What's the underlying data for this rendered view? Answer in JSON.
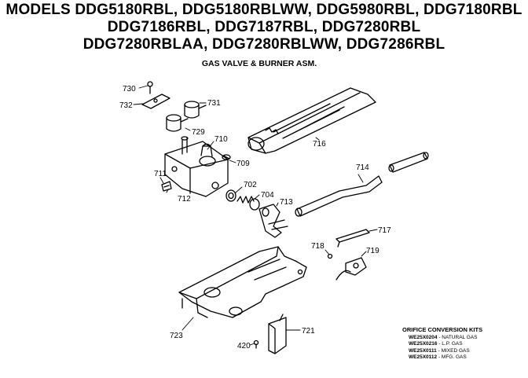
{
  "title": {
    "line1": "MODELS DDG5180RBL, DDG5180RBLWW, DDG5980RBL, DDG7180RBL",
    "line2": "DDG7186RBL, DDG7187RBL, DDG7280RBL",
    "line3": "DDG7280RBLAA, DDG7280RBLWW, DDG7286RBL"
  },
  "subtitle": "GAS VALVE & BURNER ASM.",
  "part_labels": {
    "p730": "730",
    "p732": "732",
    "p731": "731",
    "p729": "729",
    "p710": "710",
    "p709": "709",
    "p711": "711",
    "p712": "712",
    "p702": "702",
    "p704": "704",
    "p713": "713",
    "p716": "716",
    "p714": "714",
    "p717": "717",
    "p718": "718",
    "p719": "719",
    "p723": "723",
    "p721": "721",
    "p420": "420"
  },
  "conversion_kits": {
    "title": "ORIFICE CONVERSION KITS",
    "rows": [
      {
        "code": "WE25X0204",
        "desc": "- NATURAL GAS"
      },
      {
        "code": "WE25X0216",
        "desc": "- L.P. GAS"
      },
      {
        "code": "WE25X0111",
        "desc": "- MIXED GAS"
      },
      {
        "code": "WE25X0112",
        "desc": "- MFG. GAS"
      }
    ]
  }
}
